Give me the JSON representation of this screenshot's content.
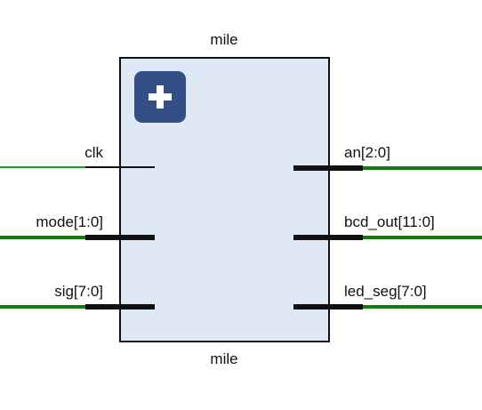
{
  "block": {
    "name_top": "mile",
    "name_bottom": "mile",
    "fill_color": "#dfe8f5",
    "border_color": "#111111"
  },
  "expand_button": {
    "icon": "plus-icon",
    "color": "#344f86"
  },
  "ports": {
    "inputs": [
      {
        "label": "clk"
      },
      {
        "label": "mode[1:0]"
      },
      {
        "label": "sig[7:0]"
      }
    ],
    "outputs": [
      {
        "label": "an[2:0]"
      },
      {
        "label": "bcd_out[11:0]"
      },
      {
        "label": "led_seg[7:0]"
      }
    ]
  },
  "wire_colors": {
    "bus": "#0e7d0e",
    "single": "#17a317"
  }
}
